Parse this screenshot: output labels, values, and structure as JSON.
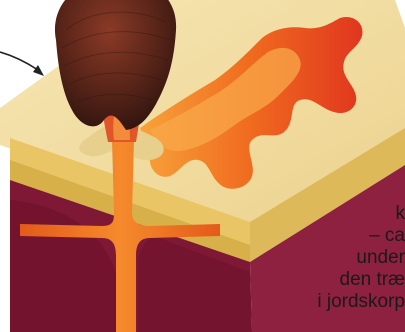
{
  "caption": {
    "lines": [
      "k",
      "– ca",
      "under",
      "den træ",
      "i jordskorp"
    ]
  },
  "colors": {
    "plume_dark": "#3a1a12",
    "plume_mid": "#7a2a1f",
    "crust_top": "#f1dca0",
    "crust_layer": "#d9b653",
    "mantle": "#7a1832",
    "magma_orange": "#f07a20",
    "magma_red": "#e0341e",
    "sky_edge": "#cfe3f3"
  }
}
